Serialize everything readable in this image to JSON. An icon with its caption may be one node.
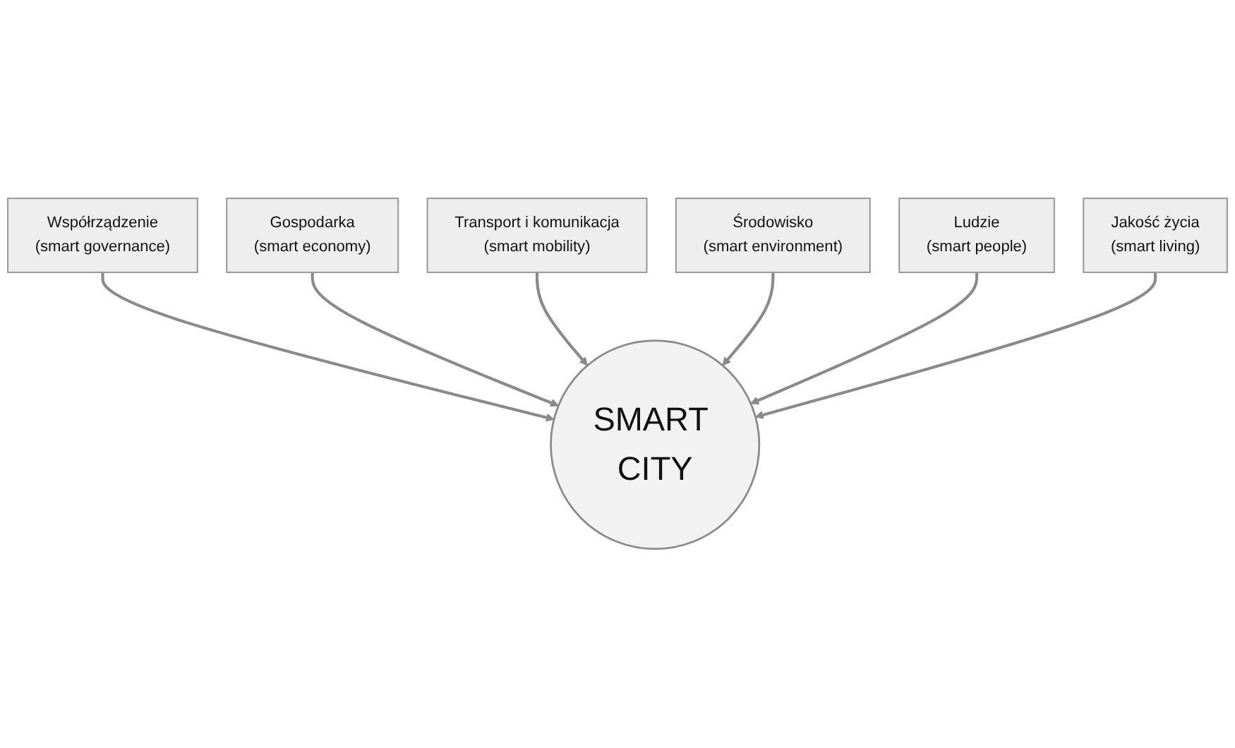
{
  "diagram": {
    "nodes": [
      {
        "text": [
          "Transport i komunikacja",
          "(smart mobility)"
        ]
      },
      {
        "text": [
          "Środowisko",
          "(smart environment)"
        ]
      },
      {
        "text": [
          "Gospodarka",
          "(smart economy)"
        ]
      },
      {
        "text": [
          "Ludzie",
          "(smart people)"
        ]
      },
      {
        "text": [
          "Współrządzenie",
          "(smart governance)"
        ]
      },
      {
        "text": [
          "SMART CITY"
        ]
      },
      {
        "text": [
          "Jakość życia",
          "(smart living)"
        ]
      }
    ],
    "edges": [
      {
        "from": 4,
        "to": 5,
        "arrow": "to"
      },
      {
        "from": 2,
        "to": 5,
        "arrow": "to"
      },
      {
        "from": 0,
        "to": 5,
        "arrow": "to"
      },
      {
        "from": 1,
        "to": 5,
        "arrow": "to"
      },
      {
        "from": 3,
        "to": 5,
        "arrow": "to"
      },
      {
        "from": 6,
        "to": 5,
        "arrow": "to"
      }
    ]
  }
}
